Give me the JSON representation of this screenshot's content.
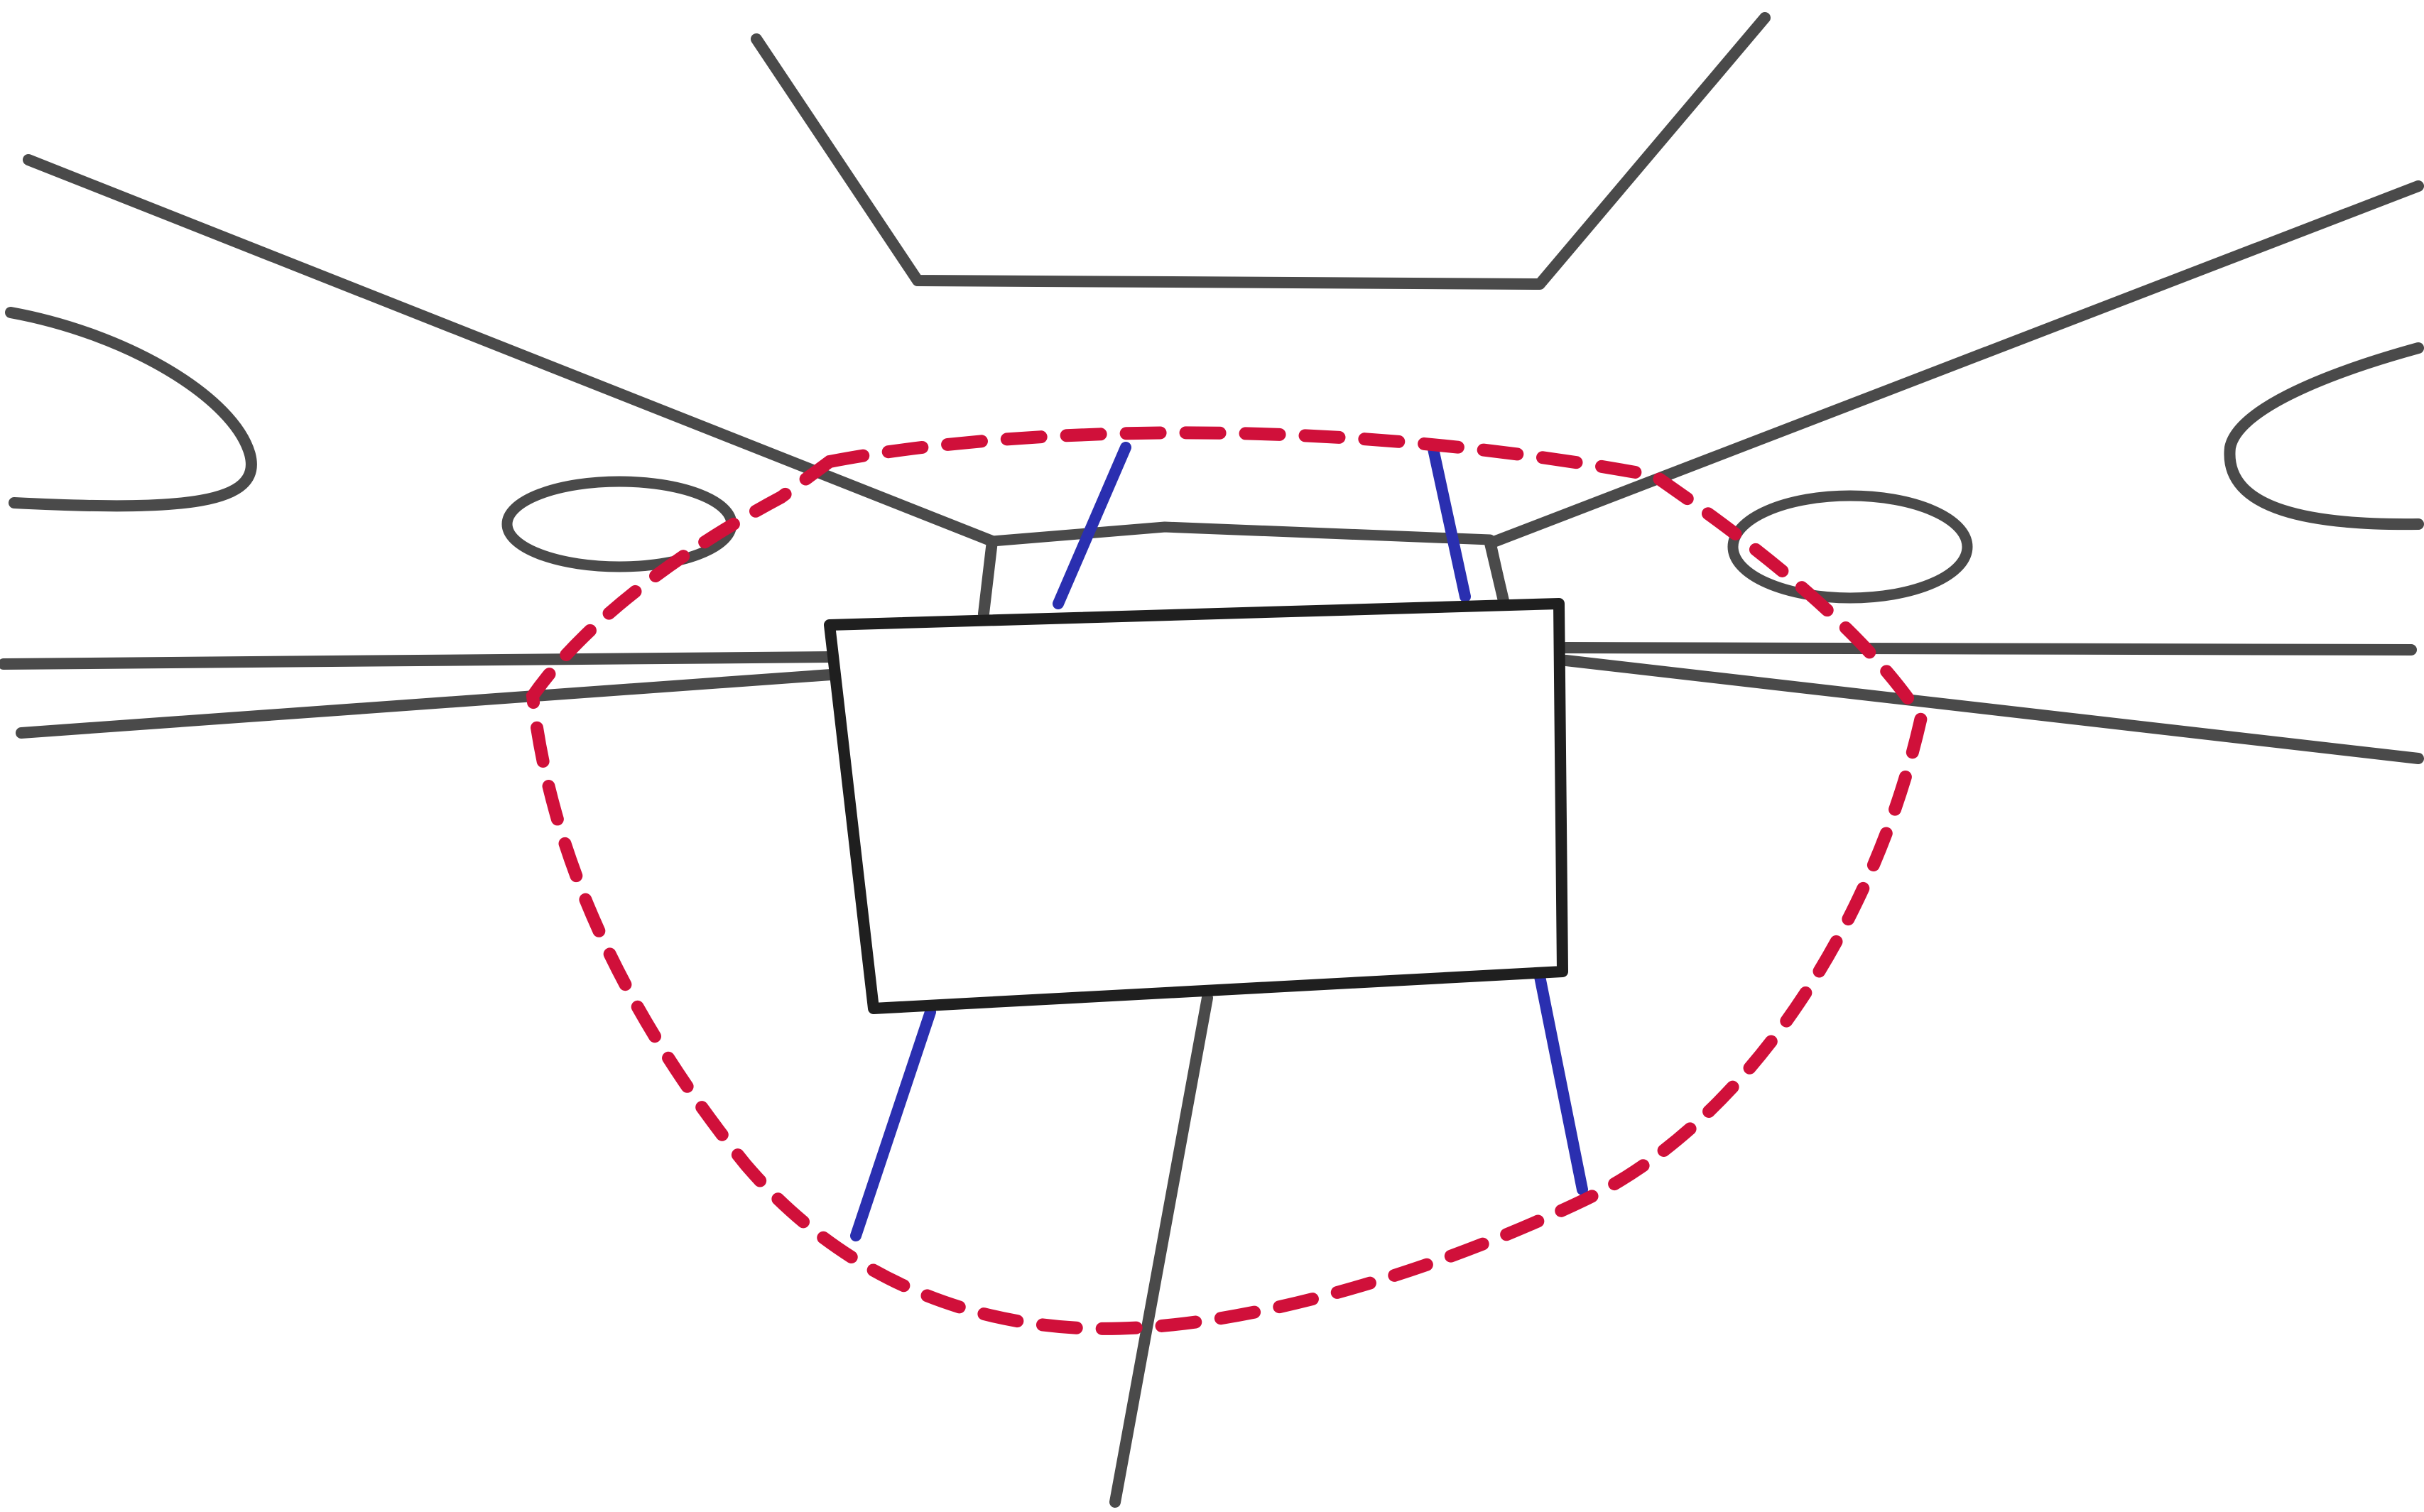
{
  "sketch": {
    "colors": {
      "background": "#ffffff",
      "gray_ink": "#4a4a4a",
      "outline_ink": "#1f1f1f",
      "blue_ink": "#2a2fb0",
      "red_ink": "#d0103a"
    },
    "elements": [
      "top-trapezoid",
      "upper-left-diagonal-road",
      "upper-right-diagonal-road",
      "left-loop",
      "right-loop",
      "left-small-ellipse",
      "right-small-ellipse",
      "back-box",
      "front-box",
      "horizontal-road",
      "bottom-vertical-road",
      "left-blue-leg",
      "right-blue-leg",
      "red-dashed-boundary"
    ],
    "labels": []
  }
}
